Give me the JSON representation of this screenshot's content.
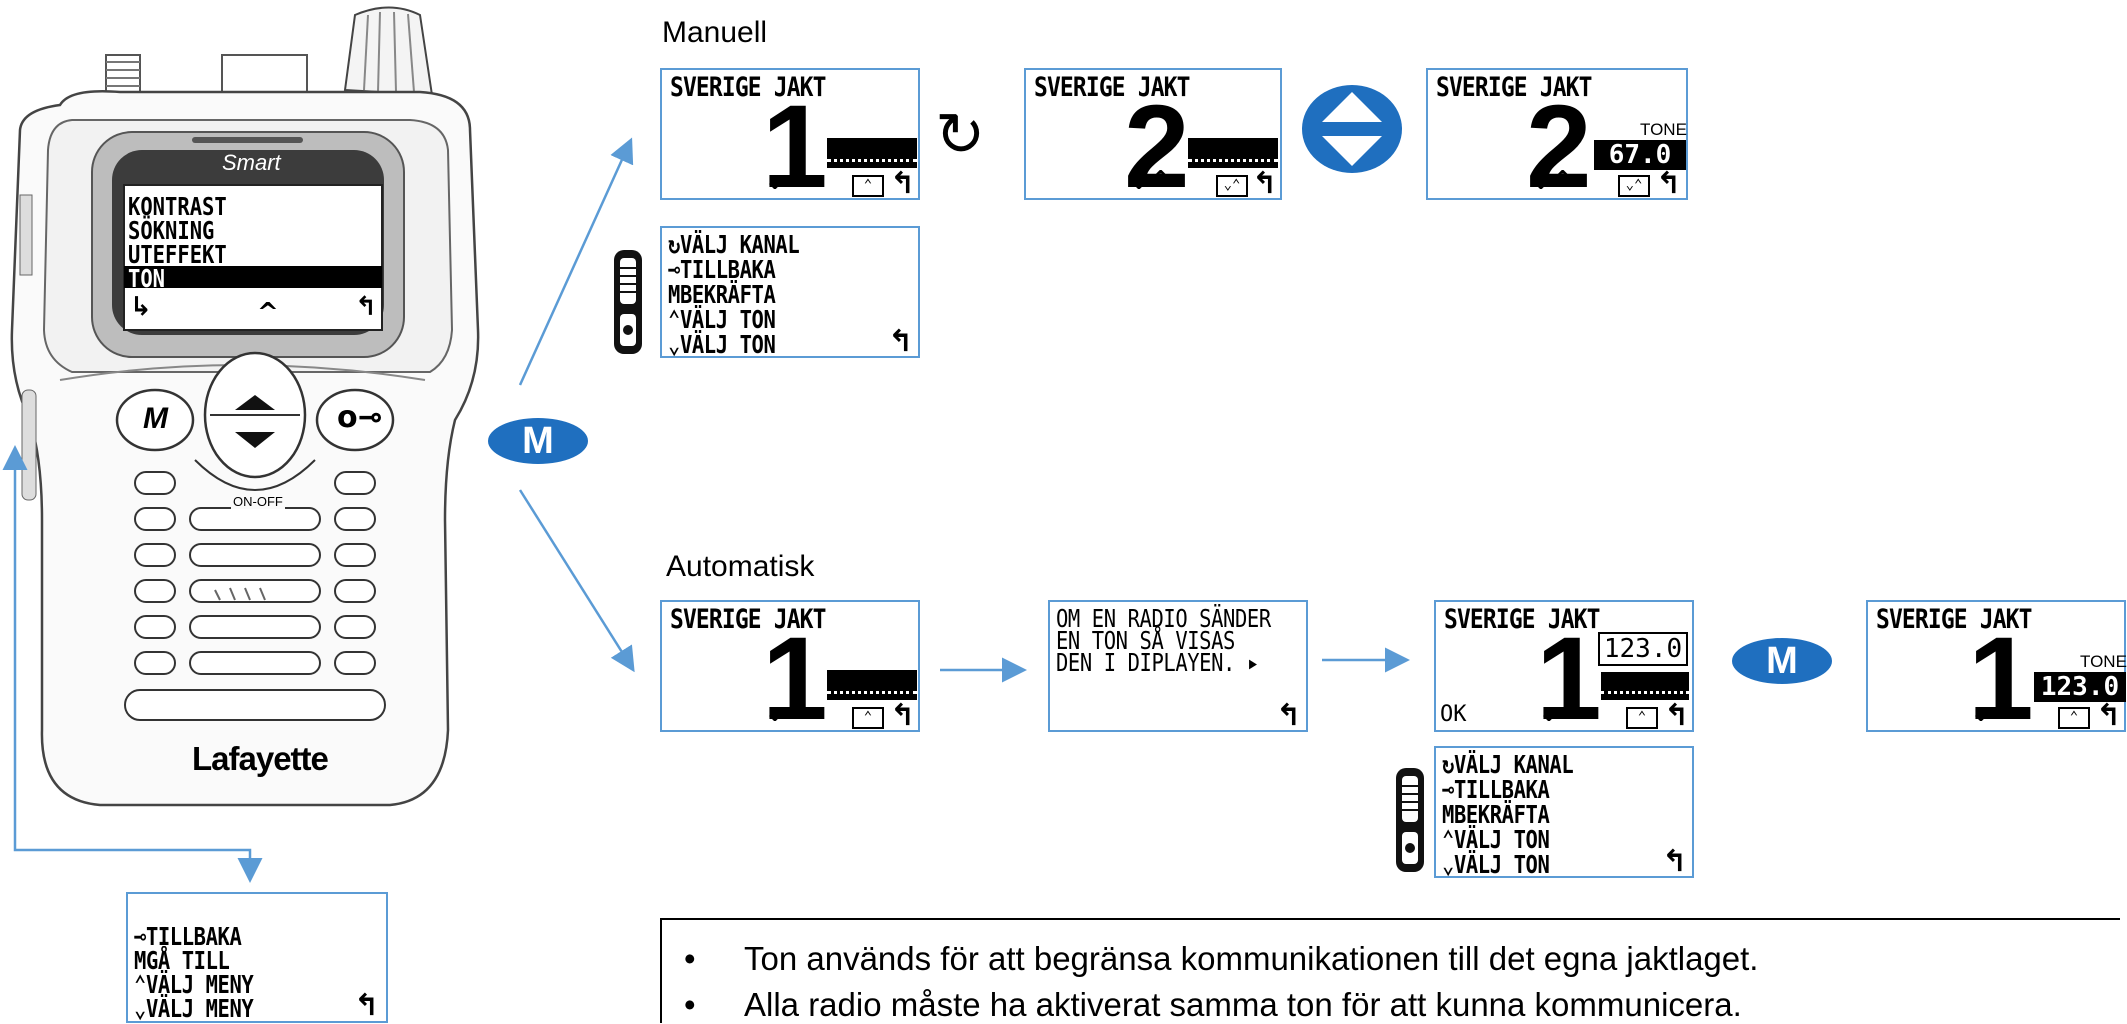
{
  "radio": {
    "brand": "Smart",
    "logo": "Lafayette",
    "on_off": "ON-OFF",
    "key_m": "M",
    "screen_items": [
      "KONTRAST",
      "SÖKNING",
      "UTEFFEKT",
      "TON"
    ],
    "selected_item": "TON",
    "soft_keys": [
      "↳",
      "^",
      "↰"
    ]
  },
  "manual": {
    "label": "Manuell",
    "screens": [
      {
        "title": "SVERIGE JAKT",
        "channel": "1"
      },
      {
        "title": "SVERIGE JAKT",
        "channel": "2"
      },
      {
        "title": "SVERIGE JAKT",
        "channel": "2",
        "tone_label": "TONE",
        "tone_value": "67.0"
      }
    ],
    "help_menu": [
      "VÄLJ KANAL",
      "TILLBAKA",
      "BEKRÄFTA",
      "VÄLJ TON",
      "VÄLJ TON"
    ]
  },
  "automatic": {
    "label": "Automatisk",
    "screen1": {
      "title": "SVERIGE JAKT",
      "channel": "1"
    },
    "message_lines": [
      "OM EN RADIO SÄNDER",
      "EN TON SÅ VISAS",
      "DEN I DIPLAYEN. ▸"
    ],
    "screen3": {
      "title": "SVERIGE JAKT",
      "channel": "1",
      "tone_value": "123.0",
      "ok_label": "OK"
    },
    "screen4": {
      "title": "SVERIGE JAKT",
      "channel": "1",
      "tone_label": "TONE",
      "tone_value": "123.0"
    },
    "help_menu": [
      "VÄLJ KANAL",
      "TILLBAKA",
      "BEKRÄFTA",
      "VÄLJ TON",
      "VÄLJ TON"
    ]
  },
  "m_badge_label": "M",
  "bottom_menu": [
    "TILLBAKA",
    "GÅ TILL",
    "VÄLJ MENY",
    "VÄLJ MENY"
  ],
  "notes": [
    "Ton används för att begränsa kommunikationen till det egna jaktlaget.",
    "Alla radio måste ha aktiverat samma ton för att kunna kommunicera."
  ],
  "colors": {
    "accent": "#5b9bd5",
    "badge": "#1f6fbf",
    "lcd_border": "#5b9bd5"
  }
}
